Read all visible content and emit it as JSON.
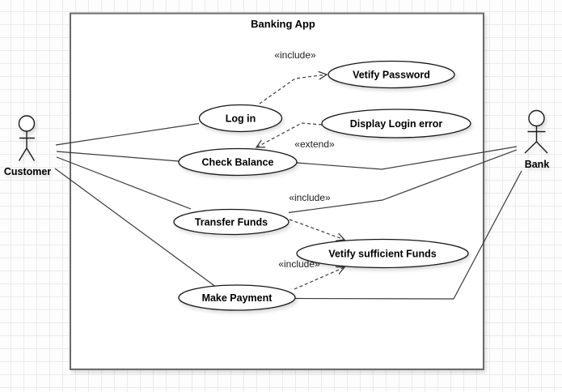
{
  "diagram": {
    "type": "uml-use-case-diagram",
    "boundary_title": "Banking App",
    "actors": [
      {
        "id": "customer",
        "name": "Customer",
        "side": "left"
      },
      {
        "id": "bank",
        "name": "Bank",
        "side": "right"
      }
    ],
    "use_cases": [
      {
        "id": "log-in",
        "label": "Log in"
      },
      {
        "id": "vetify-password",
        "label": "Vetify Password"
      },
      {
        "id": "display-login-error",
        "label": "Display Login error"
      },
      {
        "id": "check-balance",
        "label": "Check Balance"
      },
      {
        "id": "transfer-funds",
        "label": "Transfer Funds"
      },
      {
        "id": "vetify-sufficient-funds",
        "label": "Vetify sufficient Funds"
      },
      {
        "id": "make-payment",
        "label": "Make Payment"
      }
    ],
    "relationship_labels": [
      {
        "id": "include-login-vetifypassword",
        "label": "«include»"
      },
      {
        "id": "extend-displayloginerror",
        "label": "«extend»"
      },
      {
        "id": "include-transferfunds-vetifysufficientfunds",
        "label": "«include»"
      },
      {
        "id": "include-makepayment-vetifysufficientfunds",
        "label": "«include»"
      }
    ],
    "colors": {
      "shape_fill": "#ffffff",
      "shape_stroke": "#171717",
      "edge_stroke": "#3b3b3b",
      "boundary_stroke": "#6a6a6a",
      "grid_line": "#ebebeb",
      "canvas_background": "#fdfdfd"
    }
  }
}
